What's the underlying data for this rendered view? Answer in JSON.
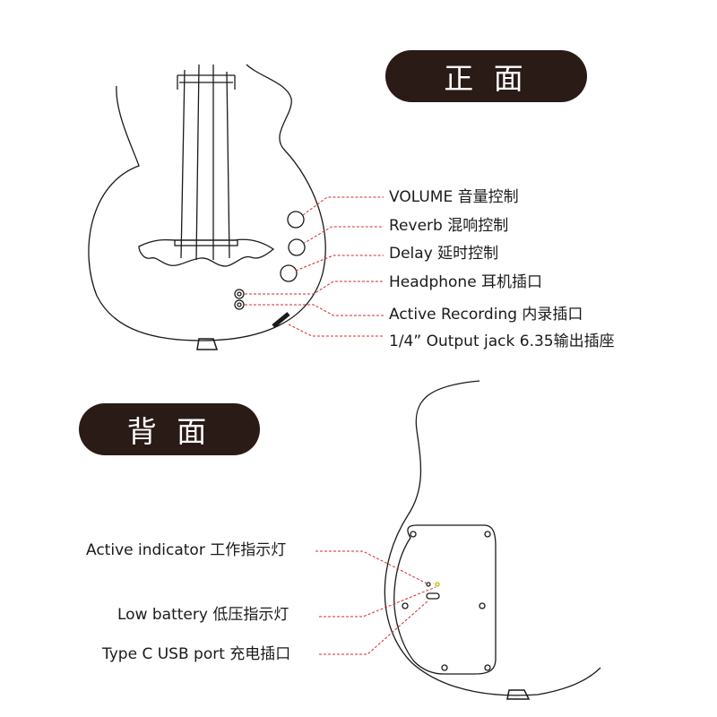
{
  "sections": {
    "front_title": "正 面",
    "back_title": "背 面"
  },
  "front_callouts": [
    {
      "label": "VOLUME 音量控制"
    },
    {
      "label": "Reverb 混响控制"
    },
    {
      "label": "Delay 延时控制"
    },
    {
      "label": "Headphone 耳机插口"
    },
    {
      "label": "Active Recording 内录插口"
    },
    {
      "label": "1/4” Output jack 6.35输出插座"
    }
  ],
  "back_callouts": [
    {
      "label": "Active indicator 工作指示灯"
    },
    {
      "label": "Low battery 低压指示灯"
    },
    {
      "label": "Type C USB port 充电插口"
    }
  ],
  "colors": {
    "pill_bg": "#2a1b17",
    "leader_line": "#d62b2b",
    "outline": "#1a1a1a"
  }
}
